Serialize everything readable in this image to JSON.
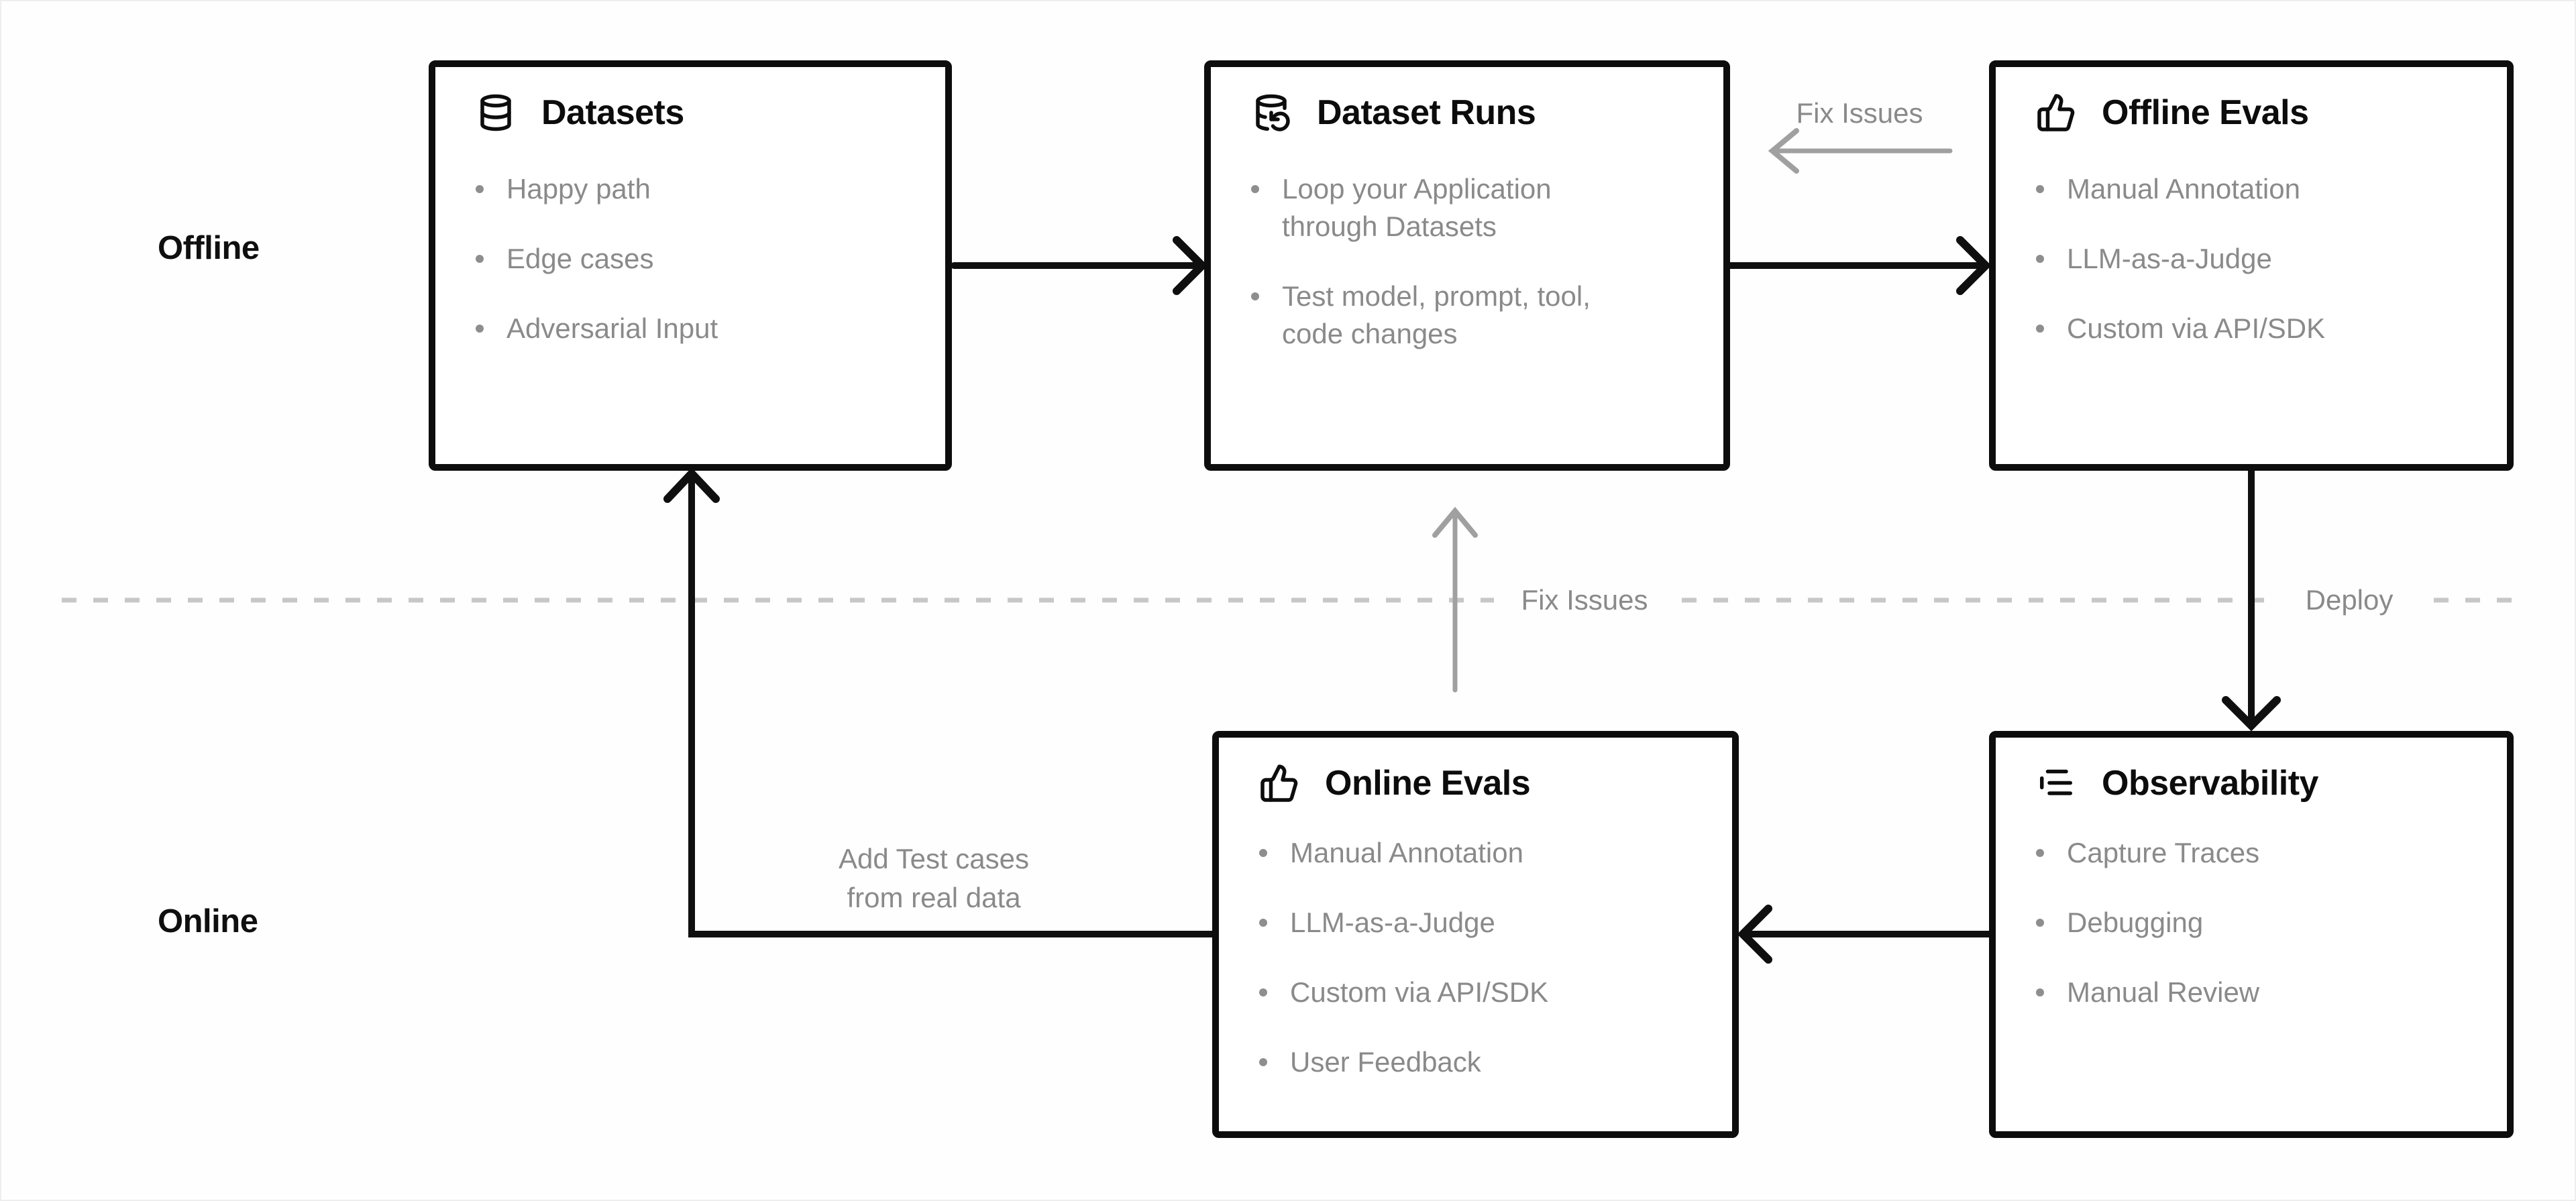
{
  "diagram": {
    "row_labels": {
      "offline": "Offline",
      "online": "Online"
    },
    "boxes": {
      "datasets": {
        "title": "Datasets",
        "icon": "database-icon",
        "items": [
          "Happy path",
          "Edge cases",
          "Adversarial Input"
        ]
      },
      "dataset_runs": {
        "title": "Dataset Runs",
        "icon": "database-run-icon",
        "items": [
          "Loop your Application through Datasets",
          "Test model, prompt, tool, code changes"
        ]
      },
      "offline_evals": {
        "title": "Offline Evals",
        "icon": "thumbs-up-icon",
        "items": [
          "Manual Annotation",
          "LLM-as-a-Judge",
          "Custom via API/SDK"
        ]
      },
      "online_evals": {
        "title": "Online Evals",
        "icon": "thumbs-up-icon",
        "items": [
          "Manual Annotation",
          "LLM-as-a-Judge",
          "Custom via API/SDK",
          "User Feedback"
        ]
      },
      "observability": {
        "title": "Observability",
        "icon": "trace-list-icon",
        "items": [
          "Capture Traces",
          "Debugging",
          "Manual Review"
        ]
      }
    },
    "edge_labels": {
      "fix_issues_top": "Fix Issues",
      "fix_issues_mid": "Fix Issues",
      "deploy": "Deploy",
      "add_test_cases_line1": "Add Test cases",
      "add_test_cases_line2": "from real data"
    },
    "colors": {
      "box_border": "#0d0d0d",
      "title_text": "#0c0c0c",
      "muted_text": "#8a8a8a",
      "black_arrow": "#0f0f0f",
      "gray_arrow": "#a0a0a0",
      "dashed_line": "#c7c7c7",
      "background": "#ffffff"
    }
  }
}
